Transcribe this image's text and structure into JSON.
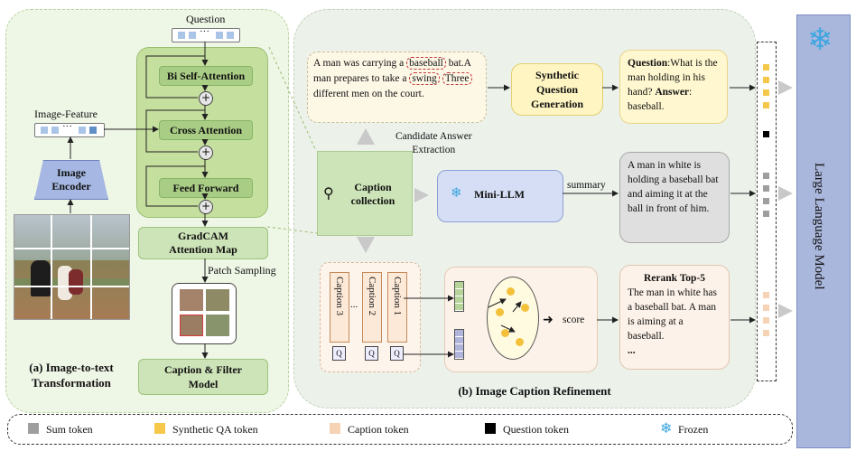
{
  "panel_a": {
    "question_label": "Question",
    "question_dots": "···",
    "image_feature_label": "Image-Feature",
    "feature_dots": "···",
    "image_encoder": "Image\nEncoder",
    "bi_self_attention": "Bi Self-Attention",
    "cross_attention": "Cross Attention",
    "feed_forward": "Feed Forward",
    "gradcam": "GradCAM\nAttention Map",
    "patch_sampling": "Patch Sampling",
    "caption_filter": "Caption  & Filter\nModel",
    "caption": "(a) Image-to-text\nTransformation"
  },
  "panel_b": {
    "caption_text_1": "A man was carrying a ",
    "caption_word_baseball": "baseball",
    "caption_text_2": "bat.A man prepares to take a ",
    "caption_word_swing": "swing",
    "caption_word_three": "Three",
    "caption_text_3": " different men on the court.",
    "synthetic_qg": "Synthetic\nQuestion\nGeneration",
    "qa_question_label": "Question",
    "qa_question": ":What is the man holding in his hand? ",
    "qa_answer_label": "Answer",
    "qa_answer": ": baseball.",
    "candidate_answer": "Candidate Answer\nExtraction",
    "caption_collection": "Caption\ncollection",
    "mini_llm": "Mini-LLM",
    "summary_label": "summary",
    "summary_text": "A man in white is holding a baseball bat and aiming it at the ball in front of him.",
    "caption_1": "Caption 1",
    "caption_2": "Caption 2",
    "caption_3": "Caption 3",
    "ellipsis": "...",
    "q_mark": "Q",
    "score_label": "score",
    "rerank_title": "Rerank Top-5",
    "rerank_text": "The man in white has a baseball bat. A man is aiming at a baseball.",
    "rerank_more": "...",
    "caption": "(b) Image Caption Refinement"
  },
  "llm": {
    "label": "Large  Language  Model"
  },
  "legend": {
    "sum_token": "Sum token",
    "synthetic_qa_token": "Synthetic QA token",
    "caption_token": "Caption token",
    "question_token": "Question token",
    "frozen": "Frozen"
  },
  "colors": {
    "sum_token": "#9e9e9e",
    "qa_token": "#f5c84a",
    "caption_token": "#f6d3b5",
    "question_token": "#000000",
    "frozen": "#3da6e0"
  }
}
